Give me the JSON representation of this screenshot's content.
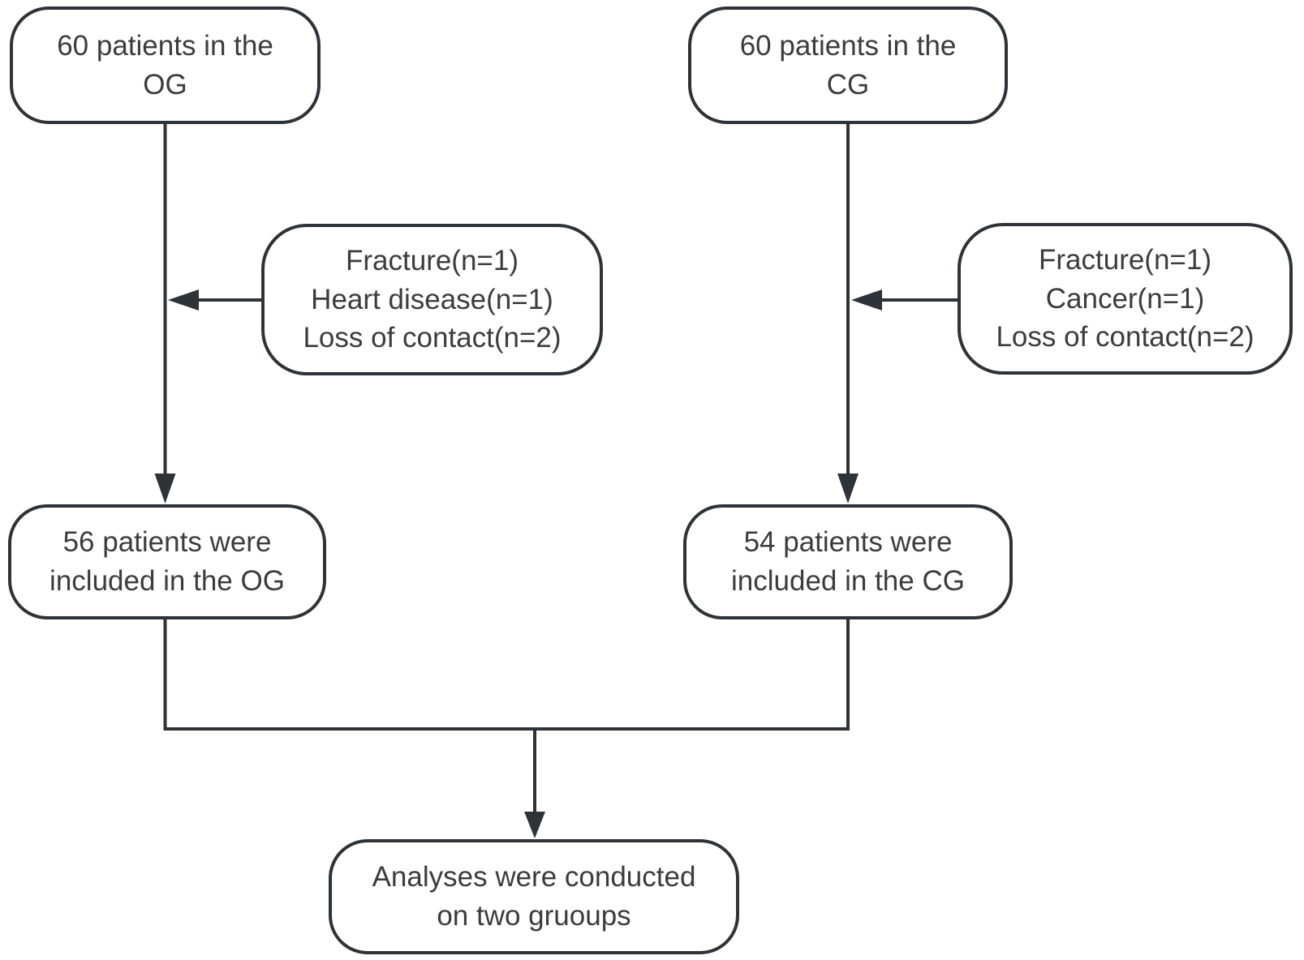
{
  "diagram": {
    "type": "flowchart",
    "background_color": "#ffffff",
    "stroke_color": "#2e3338",
    "text_color": "#3c3c3c",
    "nodes": {
      "og_start": {
        "text": "60 patients in the\nOG"
      },
      "cg_start": {
        "text": "60 patients in the\nCG"
      },
      "og_excluded": {
        "text": "Fracture(n=1)\nHeart disease(n=1)\nLoss of contact(n=2)"
      },
      "cg_excluded": {
        "text": "Fracture(n=1)\nCancer(n=1)\nLoss of contact(n=2)"
      },
      "og_included": {
        "text": "56 patients were\nincluded in the OG"
      },
      "cg_included": {
        "text": "54 patients were\nincluded in the CG"
      },
      "analysis": {
        "text": "Analyses were conducted\non two gruoups"
      }
    },
    "edges": [
      {
        "from": "og_start",
        "to": "og_included",
        "type": "arrow"
      },
      {
        "from": "cg_start",
        "to": "cg_included",
        "type": "arrow"
      },
      {
        "from": "og_excluded",
        "to": "og_start-og_included flow line",
        "type": "arrow"
      },
      {
        "from": "cg_excluded",
        "to": "cg_start-cg_included flow line",
        "type": "arrow"
      },
      {
        "from": "og_included",
        "to": "analysis",
        "type": "arrow-merged"
      },
      {
        "from": "cg_included",
        "to": "analysis",
        "type": "arrow-merged"
      }
    ]
  }
}
